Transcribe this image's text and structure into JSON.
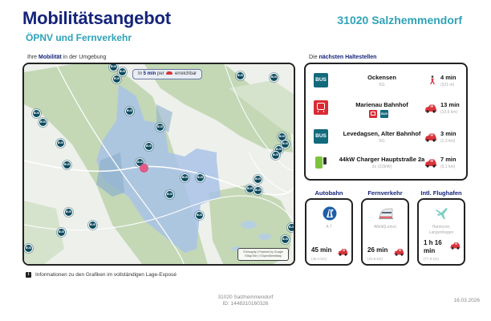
{
  "header": {
    "title": "Mobilitätsangebot",
    "subtitle": "ÖPNV und Fernverkehr",
    "location": "31020 Salzhemmendorf"
  },
  "map_section": {
    "label_prefix": "Ihre ",
    "label_bold": "Mobilität",
    "label_suffix": " in der Umgebung",
    "badge_prefix": "In ",
    "badge_bold": "5 min",
    "badge_middle": " per ",
    "badge_suffix": " erreichbar",
    "badge_mode_icon": "car-icon",
    "attribution_line1": "©Geoapify | Powered by Google",
    "attribution_line2": "©MapTiler | ©OpenStreetMap",
    "pin_label": "BUS",
    "colors": {
      "isochrone": "#a9c3e8",
      "forest": "#b8d0a8",
      "water": "#a8c8dc",
      "home": "#e05a86",
      "pin": "#0c4a5e"
    }
  },
  "stops_section": {
    "label_prefix": "Die ",
    "label_bold": "nächsten Haltestellen",
    "stops": [
      {
        "name": "Ockensen",
        "sub": "5G",
        "type": "bus",
        "icon_label": "BUS",
        "mode": "walk",
        "time": "4 min",
        "distance": "(321 m)"
      },
      {
        "name": "Marienau Bahnhof",
        "sub": "",
        "type": "train",
        "badges": [
          "train",
          "bus"
        ],
        "badge_bus_label": "BUS",
        "mode": "car",
        "time": "13 min",
        "distance": "(10.6 km)"
      },
      {
        "name": "Levedagsen, Alter Bahnhof",
        "sub": "5G",
        "type": "bus",
        "icon_label": "BUS",
        "mode": "car",
        "time": "3 min",
        "distance": "(1.3 km)"
      },
      {
        "name": "44kW Charger Hauptstraße 2a",
        "sub": "2x (22kW)",
        "type": "charger",
        "mode": "car",
        "time": "7 min",
        "distance": "(5.1 km)"
      }
    ]
  },
  "transport_cards": [
    {
      "title": "Autobahn",
      "icon": "autobahn-icon",
      "sub": "A 7",
      "time": "45 min",
      "distance": "(46.4 km)",
      "mode": "car"
    },
    {
      "title": "Fernverkehr",
      "icon": "ice-train-icon",
      "sub": "Alfeld(Leine)",
      "time": "26 min",
      "distance": "(20.8 km)",
      "mode": "car"
    },
    {
      "title": "Intl. Flughafen",
      "icon": "airplane-icon",
      "sub": "Hannover, Langenhagen",
      "time": "1 h 16 min",
      "distance": "(77.9 km)",
      "mode": "car"
    }
  ],
  "info": {
    "icon": "i",
    "text": "Informationen zu den Grafiken im vollständigen Lage-Exposé"
  },
  "footer": {
    "address": "31020 Salzhemmendorf",
    "id": "ID: 1448310160326",
    "date": "16.03.2026"
  }
}
